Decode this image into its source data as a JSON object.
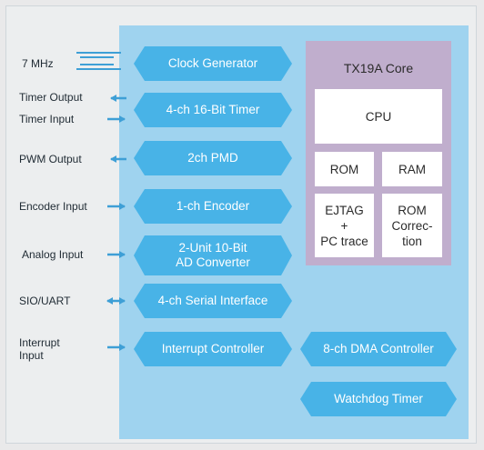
{
  "external_signals": {
    "clock": "7 MHz",
    "timer_output": "Timer Output",
    "timer_input": "Timer Input",
    "pwm_output": "PWM Output",
    "encoder_input": "Encoder Input",
    "analog_input": "Analog Input",
    "sio_uart": "SIO/UART",
    "interrupt_input": "Interrupt\nInput"
  },
  "peripherals": {
    "clock_generator": "Clock Generator",
    "timer": "4-ch 16-Bit Timer",
    "pmd": "2ch PMD",
    "encoder": "1-ch Encoder",
    "ad_converter": "2-Unit 10-Bit\nAD Converter",
    "serial_interface": "4-ch Serial Interface",
    "interrupt_controller": "Interrupt Controller",
    "dma_controller": "8-ch DMA Controller",
    "watchdog_timer": "Watchdog Timer"
  },
  "core": {
    "title": "TX19A Core",
    "cpu": "CPU",
    "rom": "ROM",
    "ram": "RAM",
    "ejtag": "EJTAG\n+\nPC trace",
    "rom_correction": "ROM\nCorrec-\ntion"
  },
  "colors": {
    "chip_background": "#9fd3ef",
    "block_fill": "#48b3e7",
    "core_fill": "#c0aecd",
    "arrow": "#3e9fd6"
  }
}
